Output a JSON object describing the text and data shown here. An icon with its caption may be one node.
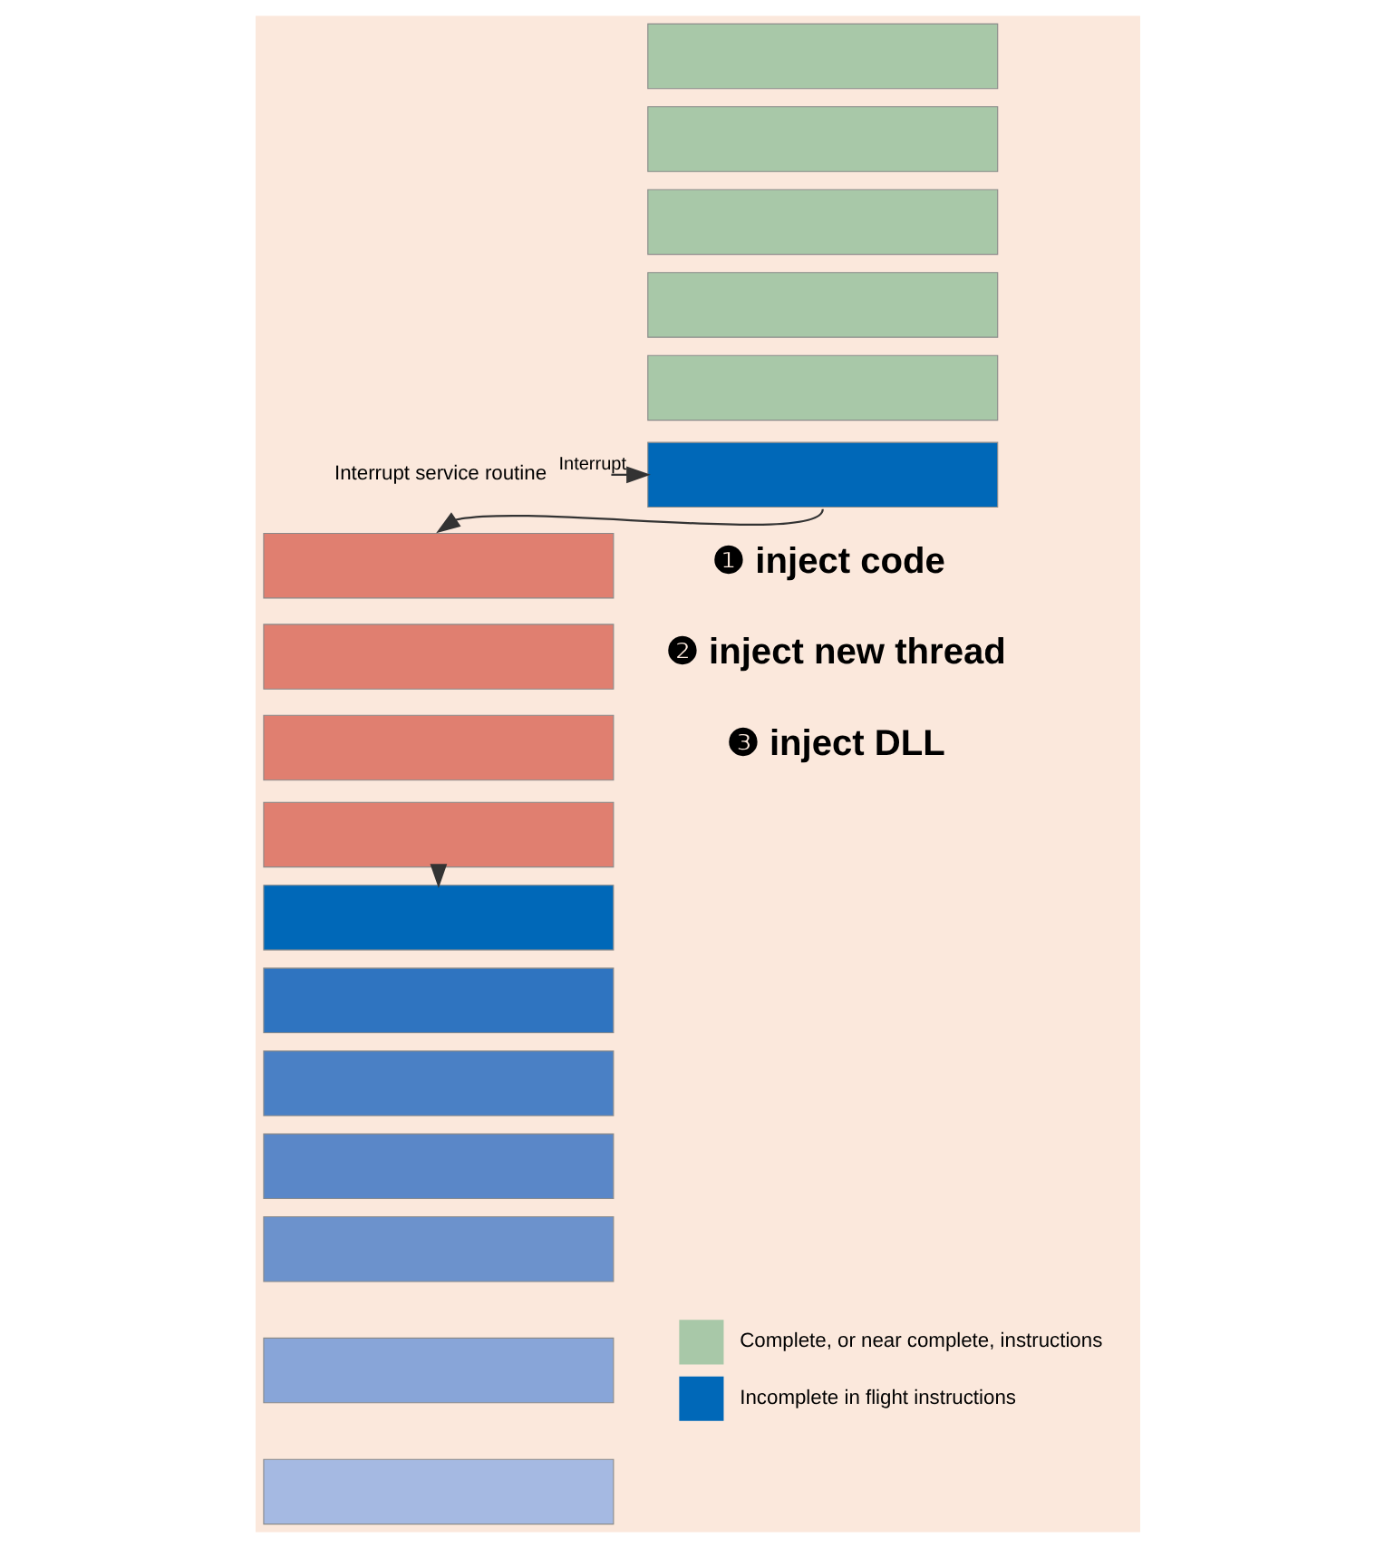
{
  "diagram": {
    "nodes": [
      {
        "text": [],
        "shape": "bar"
      },
      {
        "text": [],
        "shape": "bar"
      },
      {
        "text": [],
        "shape": "bar"
      },
      {
        "text": [],
        "shape": "bar"
      },
      {
        "text": [],
        "shape": "bar"
      },
      {
        "text": [],
        "shape": "bar"
      },
      {
        "text": [],
        "shape": "bar"
      },
      {
        "text": [],
        "shape": "bar"
      },
      {
        "text": [],
        "shape": "bar"
      },
      {
        "text": [],
        "shape": "bar"
      },
      {
        "text": [],
        "shape": "bar"
      },
      {
        "text": [],
        "shape": "bar"
      },
      {
        "text": [],
        "shape": "bar"
      },
      {
        "text": [],
        "shape": "bar"
      },
      {
        "text": [],
        "shape": "bar"
      },
      {
        "text": [],
        "shape": "bar"
      },
      {
        "text": [],
        "shape": "bar"
      }
    ],
    "edges": [
      {
        "from": null,
        "to": 5,
        "arrow": "to",
        "label": "Interrupt"
      },
      {
        "from": 5,
        "to": 6,
        "arrow": "to"
      },
      {
        "from": 9,
        "to": 10,
        "arrow": "to"
      }
    ],
    "labels": [
      "Interrupt service routine",
      "❶ inject code",
      "❷ inject new thread",
      "❸ inject DLL"
    ],
    "legend": [
      {
        "text": "Complete, or near complete, instructions",
        "color": "#a8c8a8"
      },
      {
        "text": "Incomplete in flight instructions",
        "color": "#0068b8"
      }
    ]
  }
}
